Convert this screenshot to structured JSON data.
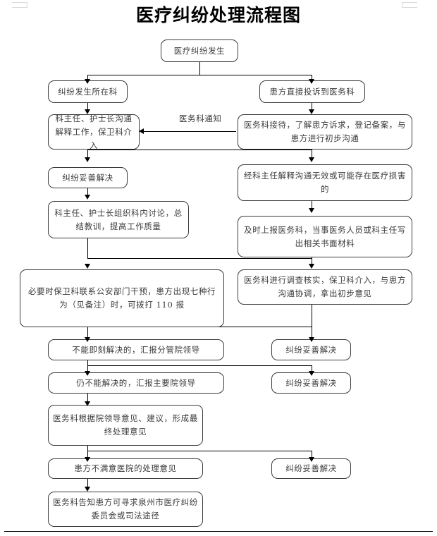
{
  "document": {
    "title": "医疗纠纷处理流程图"
  },
  "flow": {
    "nodes": [
      {
        "id": "start",
        "label": "医疗纠纷发生"
      },
      {
        "id": "dept-left",
        "label": "纠纷发生所在科"
      },
      {
        "id": "complain-right",
        "label": "患方直接投诉到医务科"
      },
      {
        "id": "dept-communicate",
        "label": "科主任、护士长沟通解释工作，保卫科介入"
      },
      {
        "id": "ms-receive",
        "label": "医务科接待，了解患方诉求，登记备案，与患方进行初步沟通"
      },
      {
        "id": "resolved-1",
        "label": "纠纷妥善解决"
      },
      {
        "id": "ineffective",
        "label": "经科主任解释沟通无效或可能存在医疗损害的"
      },
      {
        "id": "dept-review",
        "label": "科主任、护士长组织科内讨论，总结教训，提高工作质量"
      },
      {
        "id": "report-ms",
        "label": "及时上报医务科，当事医务人员或科主任写出相关书面材料"
      },
      {
        "id": "security-police",
        "label": "必要时保卫科联系公安部门干预，患方出现七种行为（见备注）时，可拨打 110 报"
      },
      {
        "id": "ms-investigate",
        "label": "医务科进行调查核实，保卫科介入，与患方沟通协调，拿出初步意见"
      },
      {
        "id": "report-vice",
        "label": "不能即刻解决的，汇报分管院领导"
      },
      {
        "id": "resolved-2",
        "label": "纠纷妥善解决"
      },
      {
        "id": "report-chief",
        "label": "仍不能解决的，汇报主要院领导"
      },
      {
        "id": "resolved-3",
        "label": "纠纷妥善解决"
      },
      {
        "id": "final-opinion",
        "label": "医务科根据院领导意见、建议，形成最终处理意见"
      },
      {
        "id": "dissatisfied",
        "label": "患方不满意医院的处理意见"
      },
      {
        "id": "resolved-4",
        "label": "纠纷妥善解决"
      },
      {
        "id": "legal-path",
        "label": "医务科告知患方可寻求泉州市医疗纠纷委员会或司法途径"
      }
    ],
    "edge_labels": [
      {
        "id": "ms-notify",
        "label": "医务科通知"
      }
    ]
  },
  "colors": {
    "node_border": "#3b3b3b",
    "text": "#3a3a3a",
    "connector": "#000000",
    "margin_mark": "#d9d9d9",
    "background": "#ffffff"
  }
}
